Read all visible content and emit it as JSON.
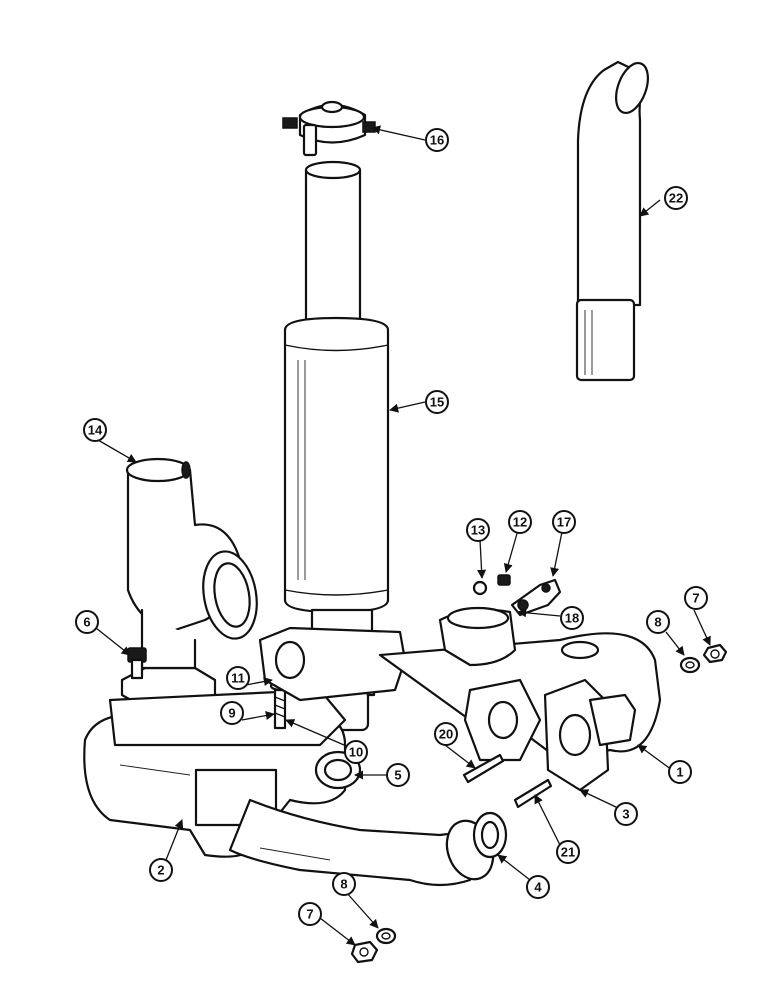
{
  "callouts": [
    "1",
    "2",
    "3",
    "4",
    "5",
    "6",
    "7",
    "8",
    "9",
    "10",
    "11",
    "12",
    "13",
    "14",
    "15",
    "16",
    "17",
    "18",
    "20",
    "21",
    "22"
  ],
  "callouts_repeat": [
    "7",
    "8"
  ],
  "colors": {
    "ink": "#111111",
    "paper": "#ffffff"
  }
}
